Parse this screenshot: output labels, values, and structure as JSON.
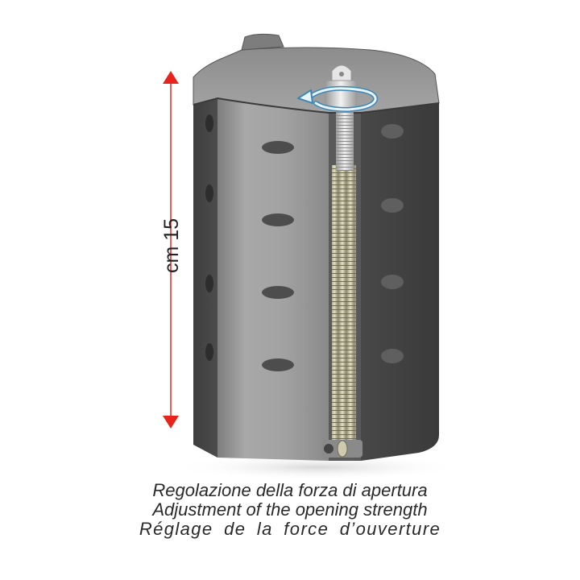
{
  "dimension": {
    "label": "cm 15",
    "arrow_color": "#e8231c"
  },
  "illustration": {
    "subject": "door-closer-spring-hinge-cutaway",
    "rotation_arrow_color": "#3c86b8",
    "body_color_dark": "#454545",
    "body_color_light": "#9a9a9a",
    "spring_color": "#c9c5a8"
  },
  "caption": {
    "italian": "Regolazione della forza di apertura",
    "english": "Adjustment of the opening strength",
    "french": "Réglage de la force d’ouverture"
  }
}
